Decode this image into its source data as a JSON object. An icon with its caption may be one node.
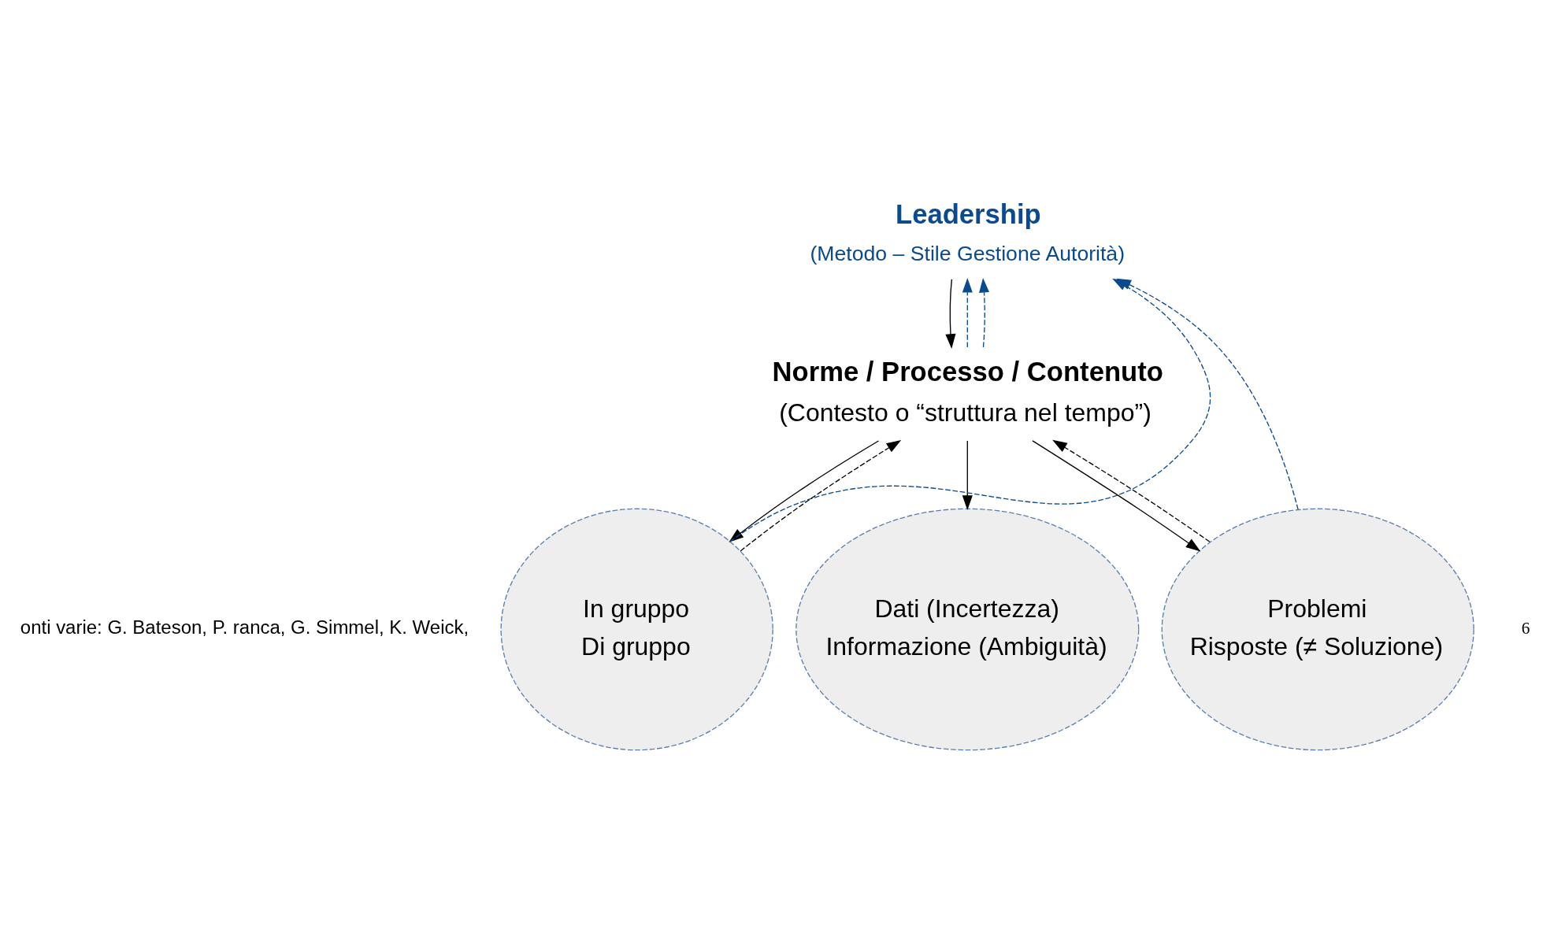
{
  "diagram": {
    "nodes": [
      {
        "text": [
          "Leadership",
          "(Metodo – Stile Gestione Autorità)"
        ]
      },
      {
        "text": [
          "Norme / Processo / Contenuto",
          "(Contesto o “struttura nel tempo”)"
        ]
      },
      {
        "text": [
          "In gruppo",
          "Di gruppo"
        ]
      },
      {
        "text": [
          "Dati (Incertezza)",
          "Informazione (Ambiguità)"
        ]
      },
      {
        "text": [
          "Problemi",
          "Risposte (≠ Soluzione)"
        ]
      }
    ],
    "edges": [
      {
        "from": 0,
        "to": 1,
        "arrow": "to"
      },
      {
        "from": 1,
        "to": 2,
        "arrow": "to"
      },
      {
        "from": 1,
        "to": 3,
        "arrow": "to"
      },
      {
        "from": 1,
        "to": 4,
        "arrow": "to"
      },
      {
        "from": 2,
        "to": 0,
        "arrow": "to",
        "style": "dashed",
        "color": "#0b4a8b"
      },
      {
        "from": 2,
        "to": 1,
        "arrow": "to",
        "style": "dashed"
      },
      {
        "from": 1,
        "to": 0,
        "arrow": "to",
        "style": "dashed",
        "color": "#0b4a8b"
      },
      {
        "from": 1,
        "to": 0,
        "arrow": "to",
        "style": "dashed",
        "color": "#0b4a8b"
      },
      {
        "from": 4,
        "to": 0,
        "arrow": "to",
        "style": "dashed",
        "color": "#0b4a8b"
      },
      {
        "from": 4,
        "to": 1,
        "arrow": "to",
        "style": "dashed"
      }
    ],
    "labels": [
      "onti varie: G. Bateson, P. ranca, G. Simmel, K. Weick,",
      "6"
    ]
  }
}
